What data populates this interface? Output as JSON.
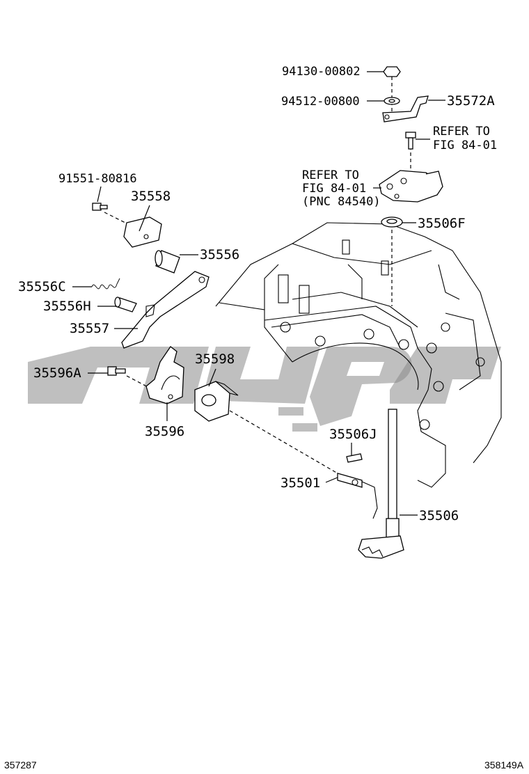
{
  "diagram": {
    "parts": {
      "nut": "94130-00802",
      "washer": "94512-00800",
      "lever_35572a": "35572A",
      "refer_bolt_line1": "REFER TO",
      "refer_bolt_line2": "FIG 84-01",
      "refer_switch_line1": "REFER TO",
      "refer_switch_line2": "FIG 84-01",
      "refer_switch_line3": "(PNC 84540)",
      "oil_seal": "35506F",
      "bolt_91551": "91551-80816",
      "bracket_35558": "35558",
      "pin_35556": "35556",
      "spring_35556c": "35556C",
      "pin_35556h": "35556H",
      "lever_35557": "35557",
      "bolt_35596a": "35596A",
      "plate_35596": "35596",
      "collar_35598": "35598",
      "pin_35506j": "35506J",
      "rod_35501": "35501",
      "shaft_35506": "35506"
    },
    "footer": {
      "left_code": "357287",
      "right_code": "358149A"
    }
  }
}
